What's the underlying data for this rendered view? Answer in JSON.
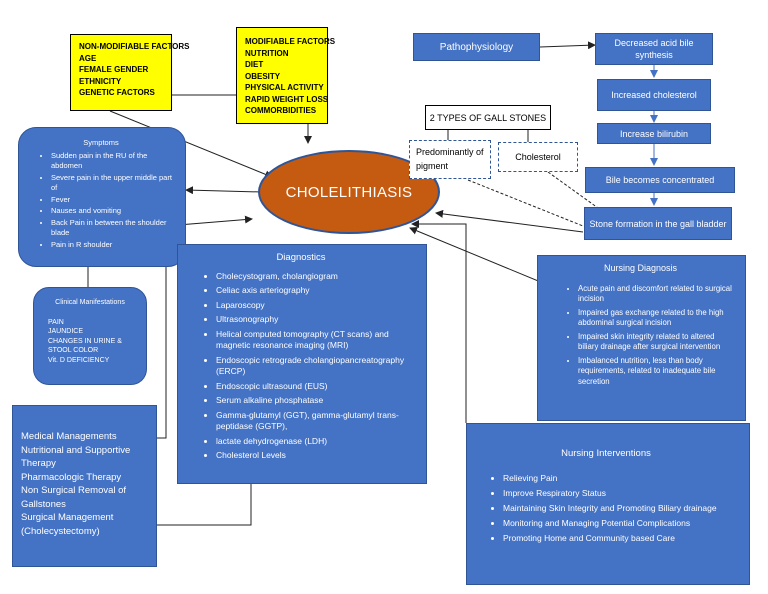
{
  "center": {
    "label": "CHOLELITHIASIS"
  },
  "nonmodifiable": {
    "items": [
      "NON-MODIFIABLE FACTORS",
      "AGE",
      "FEMALE GENDER",
      "ETHNICITY",
      "GENETIC FACTORS"
    ]
  },
  "modifiable": {
    "items": [
      "MODIFIABLE FACTORS",
      "NUTRITION",
      "DIET",
      "OBESITY",
      "PHYSICAL ACTIVITY",
      "RAPID WEIGHT LOSS",
      "COMMORBIDITIES"
    ]
  },
  "patho": {
    "title": "Pathophysiology",
    "steps": [
      "Decreased acid bile synthesis",
      "Increased cholesterol",
      "Increase bilirubin",
      "Bile becomes concentrated",
      "Stone formation in the gall bladder"
    ]
  },
  "stones": {
    "title": "2 TYPES OF GALL STONES",
    "pigment": "Predominantly of pigment",
    "cholesterol": "Cholesterol"
  },
  "symptoms": {
    "title": "Symptoms",
    "items": [
      "Sudden pain in the RU of the abdomen",
      "Severe pain in the upper middle part of",
      "Fever",
      "Nauses and vomiting",
      "Back Pain in between the shoulder blade",
      "Pain in R shoulder"
    ]
  },
  "clinical": {
    "title": "Clinical Manifestations",
    "items": [
      "PAIN",
      "JAUNDICE",
      "CHANGES IN URINE &",
      "STOOL COLOR",
      "Vit. D DEFICIENCY"
    ]
  },
  "diagnostics": {
    "title": "Diagnostics",
    "items": [
      "Cholecystogram, cholangiogram",
      "Celiac axis arteriography",
      "Laparoscopy",
      "Ultrasonography",
      "Helical computed tomography (CT scans) and magnetic resonance imaging (MRI)",
      "Endoscopic retrograde cholangiopancreatography (ERCP)",
      "Endoscopic ultrasound (EUS)",
      "Serum alkaline phosphatase",
      "Gamma-glutamyl (GGT), gamma-glutamyl trans-peptidase (GGTP),",
      "lactate dehydrogenase (LDH)",
      "Cholesterol Levels"
    ]
  },
  "nursing_diagnosis": {
    "title": "Nursing Diagnosis",
    "items": [
      "Acute pain and discomfort related to surgical incision",
      "Impaired gas exchange related to the high abdominal surgical incision",
      "Impaired skin integrity related to altered biliary drainage after surgical intervention",
      "Imbalanced nutrition, less than body requirements, related to inadequate bile secretion"
    ]
  },
  "medical": {
    "items": [
      "Medical Managements",
      "Nutritional and Supportive Therapy",
      "Pharmacologic Therapy",
      "Non Surgical Removal of Gallstones",
      "Surgical Management (Cholecystectomy)"
    ]
  },
  "interventions": {
    "title": "Nursing Interventions",
    "items": [
      "Relieving Pain",
      "Improve Respiratory Status",
      "Maintaining Skin Integrity and  Promoting Biliary drainage",
      "Monitoring and Managing Potential Complications",
      "Promoting Home and Community based Care"
    ]
  },
  "colors": {
    "box_blue": "#4472c4",
    "ellipse_fill": "#c55a11",
    "ellipse_border": "#2f5597",
    "factor_yellow": "#ffff00"
  }
}
